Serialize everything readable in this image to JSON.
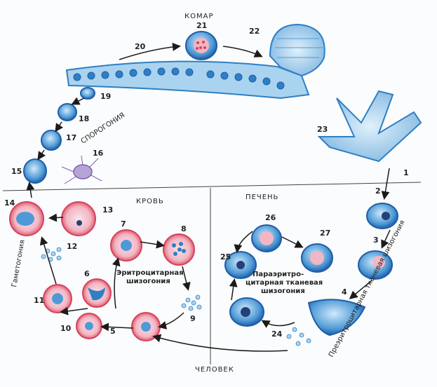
{
  "labels": {
    "mosquito": "КОМАР",
    "blood": "КРОВЬ",
    "liver": "ПЕЧЕНЬ",
    "human": "ЧЕЛОВЕК",
    "sporogony": "СПОРОГОНИЯ",
    "gametogony": "Гаметогония",
    "erythro_line1": "Эритроцитарная",
    "erythro_line2": "шизогония",
    "para_line1": "Параэритро-",
    "para_line2": "цитарная тканевая",
    "para_line3": "шизогония",
    "pre_erythro": "Преэритроцитарная тканевая шизогония"
  },
  "stage_numbers": [
    "1",
    "2",
    "3",
    "4",
    "5",
    "6",
    "7",
    "8",
    "9",
    "10",
    "11",
    "12",
    "13",
    "14",
    "15",
    "16",
    "17",
    "18",
    "19",
    "20",
    "21",
    "22",
    "23",
    "24",
    "25",
    "26",
    "27"
  ],
  "colors": {
    "blue_cell": "#2f7fc4",
    "pale_blue": "#a9d3ef",
    "red_ring": "#d9435a",
    "pink_fill": "#f2b6c4",
    "nucleus": "#23407a",
    "arrow": "#1b1b1b"
  }
}
